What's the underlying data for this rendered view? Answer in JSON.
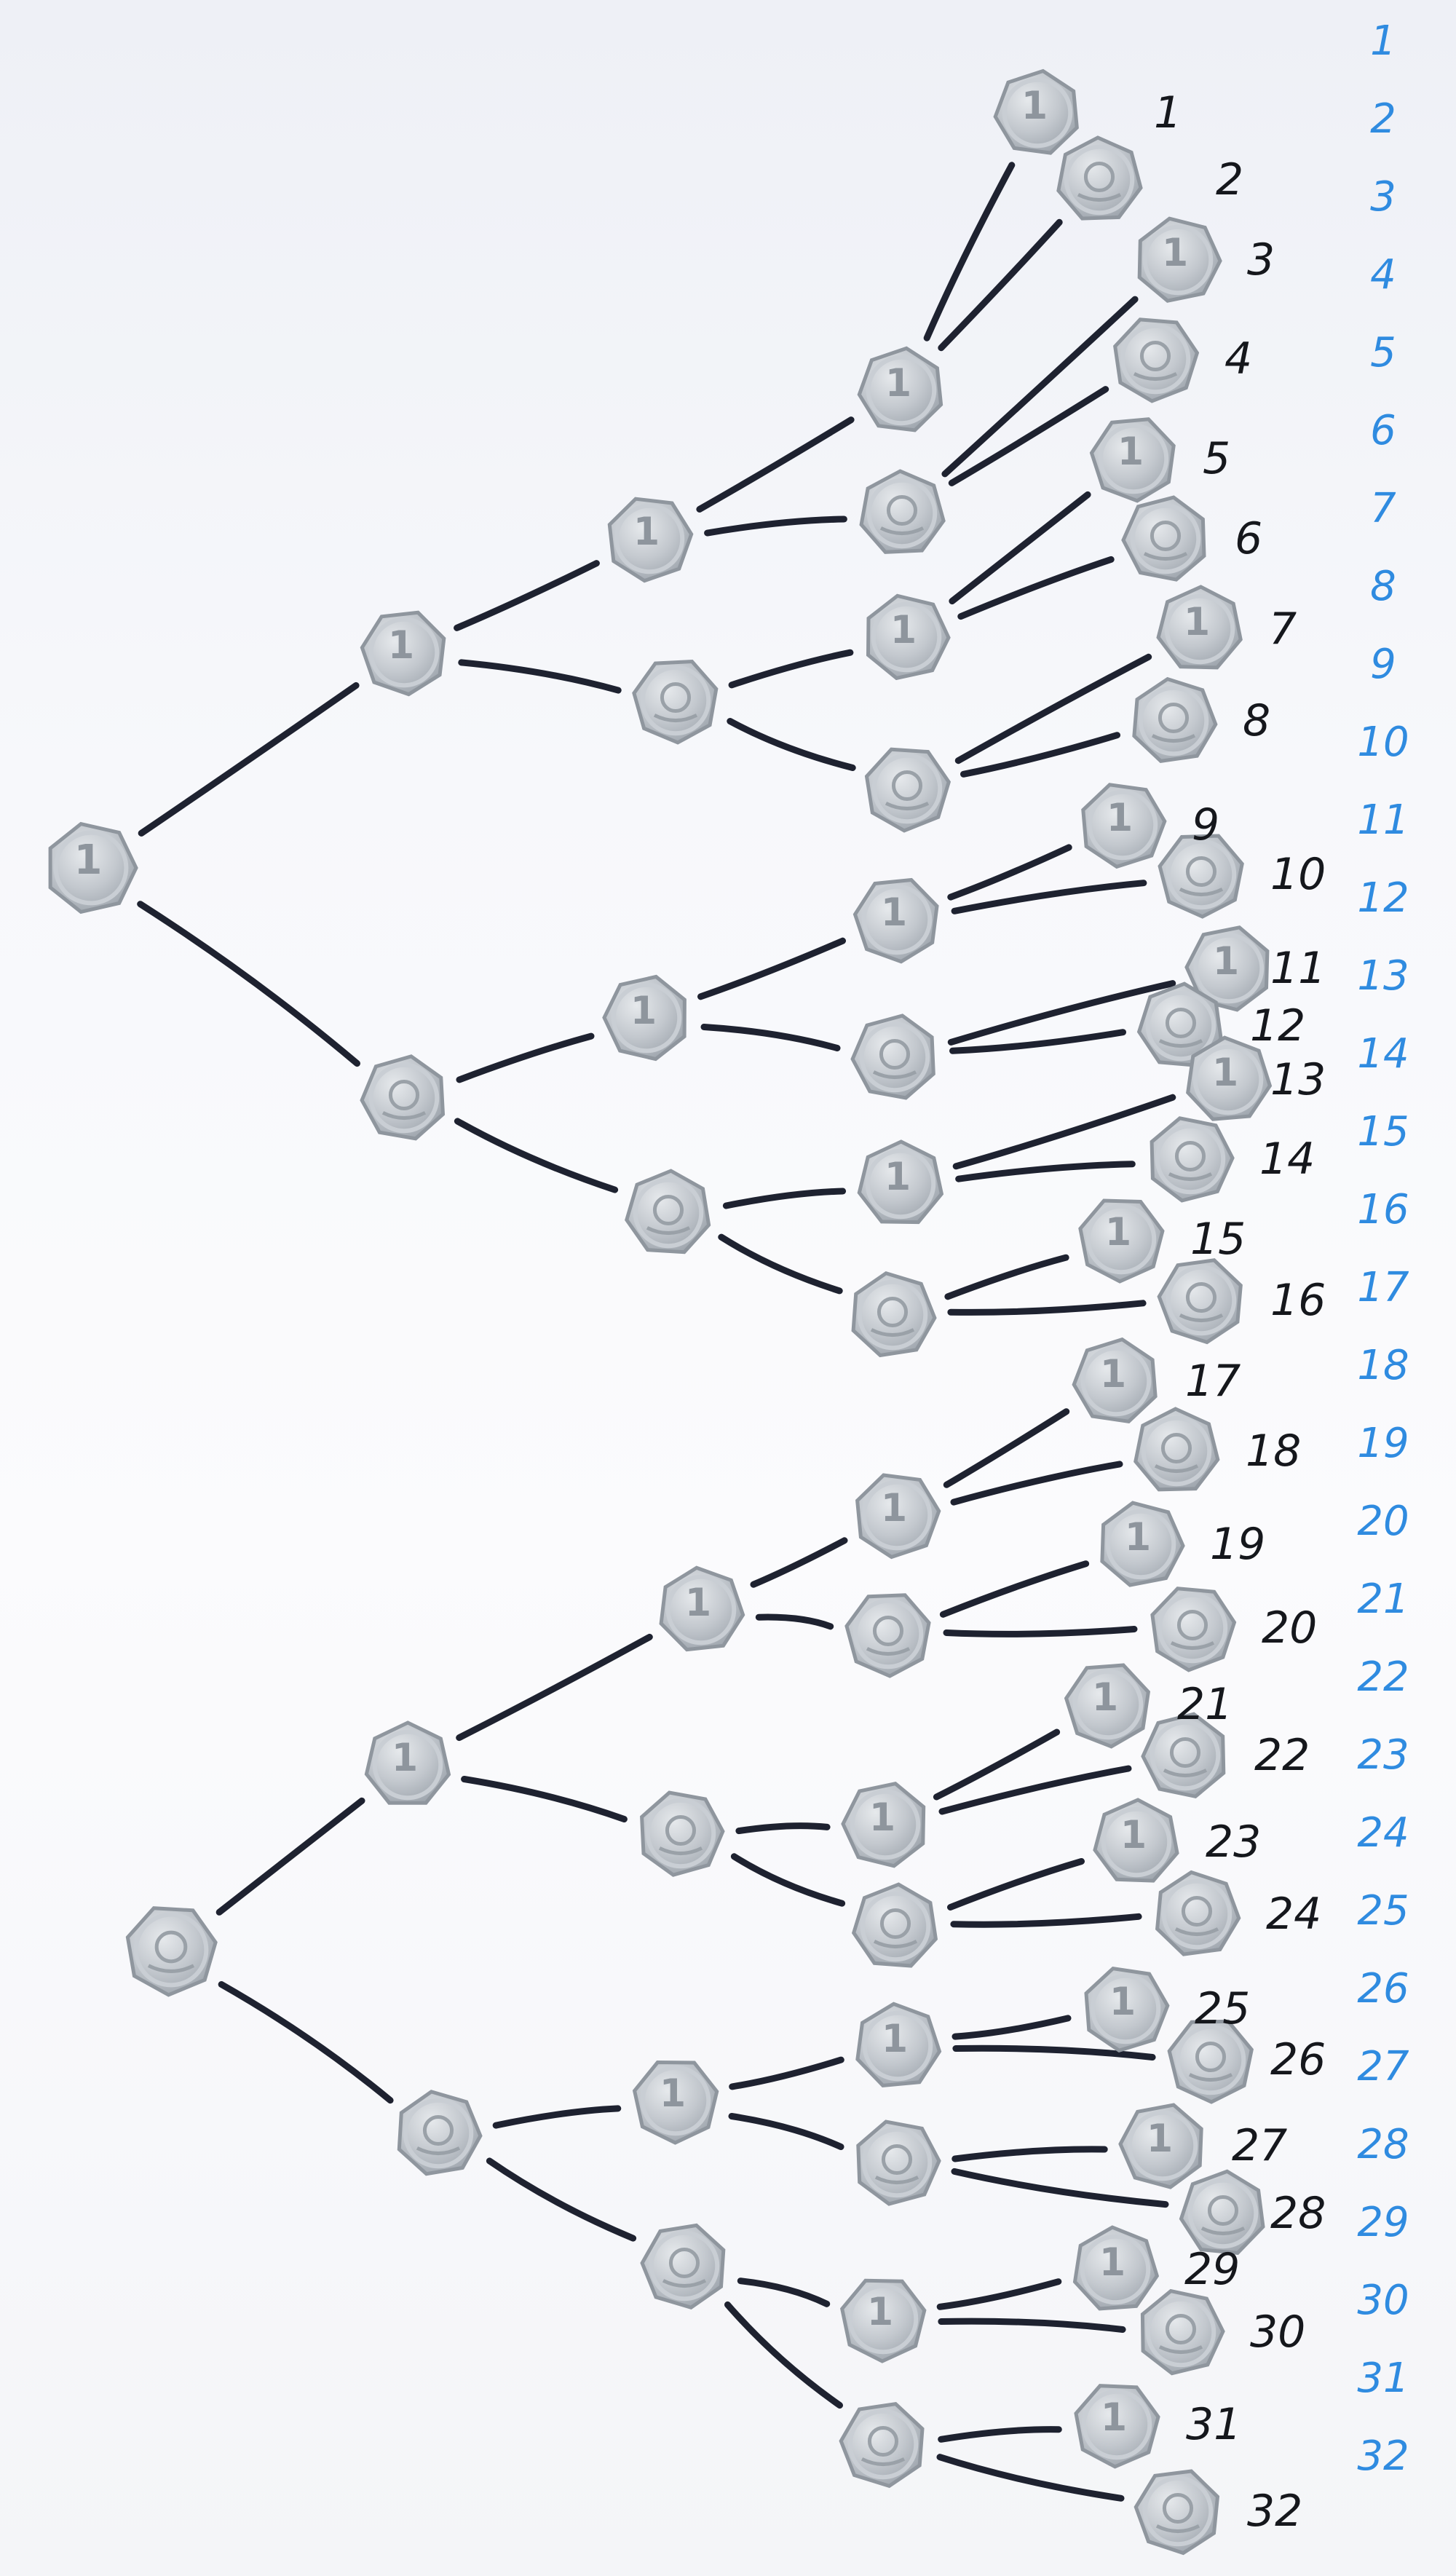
{
  "black_labels": [
    "1",
    "2",
    "3",
    "4",
    "5",
    "6",
    "7",
    "8",
    "9",
    "10",
    "11",
    "12",
    "13",
    "14",
    "15",
    "16",
    "17",
    "18",
    "19",
    "20",
    "21",
    "22",
    "23",
    "24",
    "25",
    "26",
    "27",
    "28",
    "29",
    "30",
    "31",
    "32"
  ],
  "blue_labels": [
    "1",
    "2",
    "3",
    "4",
    "5",
    "6",
    "7",
    "8",
    "9",
    "10",
    "11",
    "12",
    "13",
    "14",
    "15",
    "16",
    "17",
    "18",
    "19",
    "20",
    "21",
    "22",
    "23",
    "24",
    "25",
    "26",
    "27",
    "28",
    "29",
    "30",
    "31",
    "32"
  ],
  "coin_denomination_mark": "1",
  "colors": {
    "ink": "#1e2230",
    "black_label": "#15171c",
    "blue_label": "#2f8be0",
    "coin": "#c3c8ce"
  }
}
